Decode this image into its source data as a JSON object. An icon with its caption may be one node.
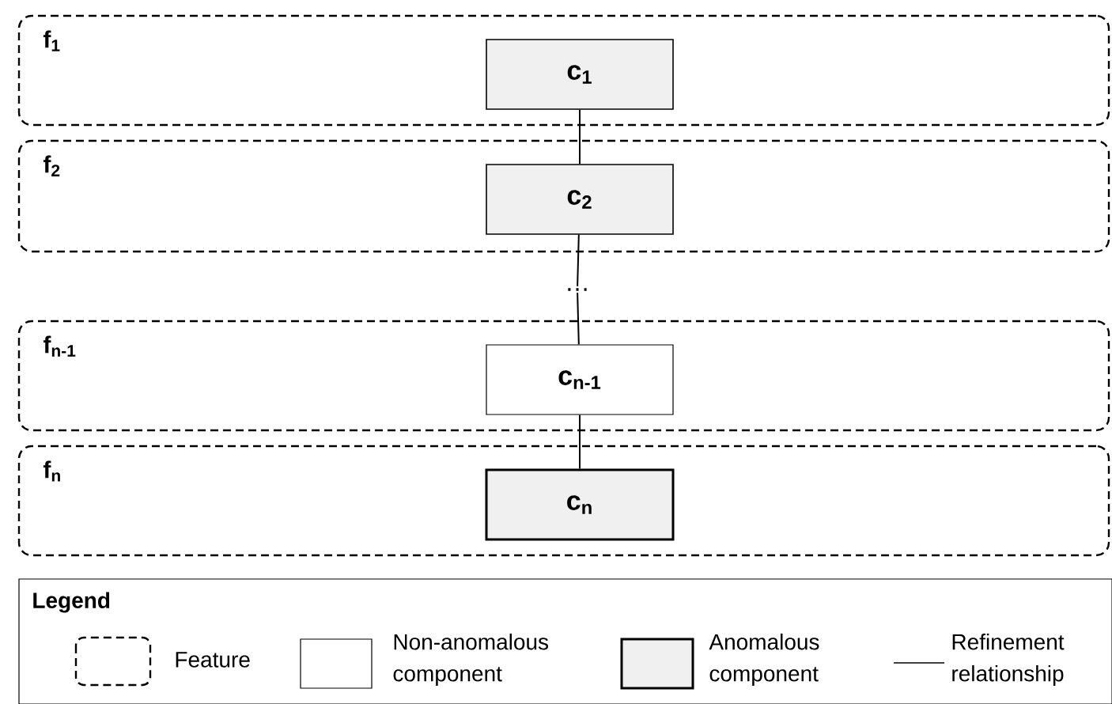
{
  "diagram": {
    "nodes": [
      {
        "text": [
          "f$_{1}$"
        ]
      },
      {
        "text": [
          "c$_{1}$"
        ],
        "in": 0
      },
      {
        "text": [
          "f$_{2}$"
        ]
      },
      {
        "text": [
          "c$_{2}$"
        ],
        "in": 2
      },
      {
        "text": [
          "…"
        ]
      },
      {
        "text": [
          "f$_{n-1}$"
        ]
      },
      {
        "text": [
          "c$_{n-1}$"
        ],
        "in": 5
      },
      {
        "text": [
          "f$_{n}$"
        ]
      },
      {
        "text": [
          "c$_{n}$"
        ],
        "in": 7
      }
    ],
    "edges": [
      {
        "from": 1,
        "to": 3,
        "arrow": "none"
      },
      {
        "from": 3,
        "to": 4,
        "arrow": "none"
      },
      {
        "from": 4,
        "to": 6,
        "arrow": "none"
      },
      {
        "from": 6,
        "to": 8,
        "arrow": "none"
      }
    ],
    "labels": [
      "Legend"
    ],
    "legend": [
      {
        "text": "Feature"
      },
      {
        "text": "Non-anomalous component"
      },
      {
        "text": "Anomalous component",
        "color": "#f0f0f0"
      },
      {
        "text": "Refinement relationship"
      }
    ]
  }
}
